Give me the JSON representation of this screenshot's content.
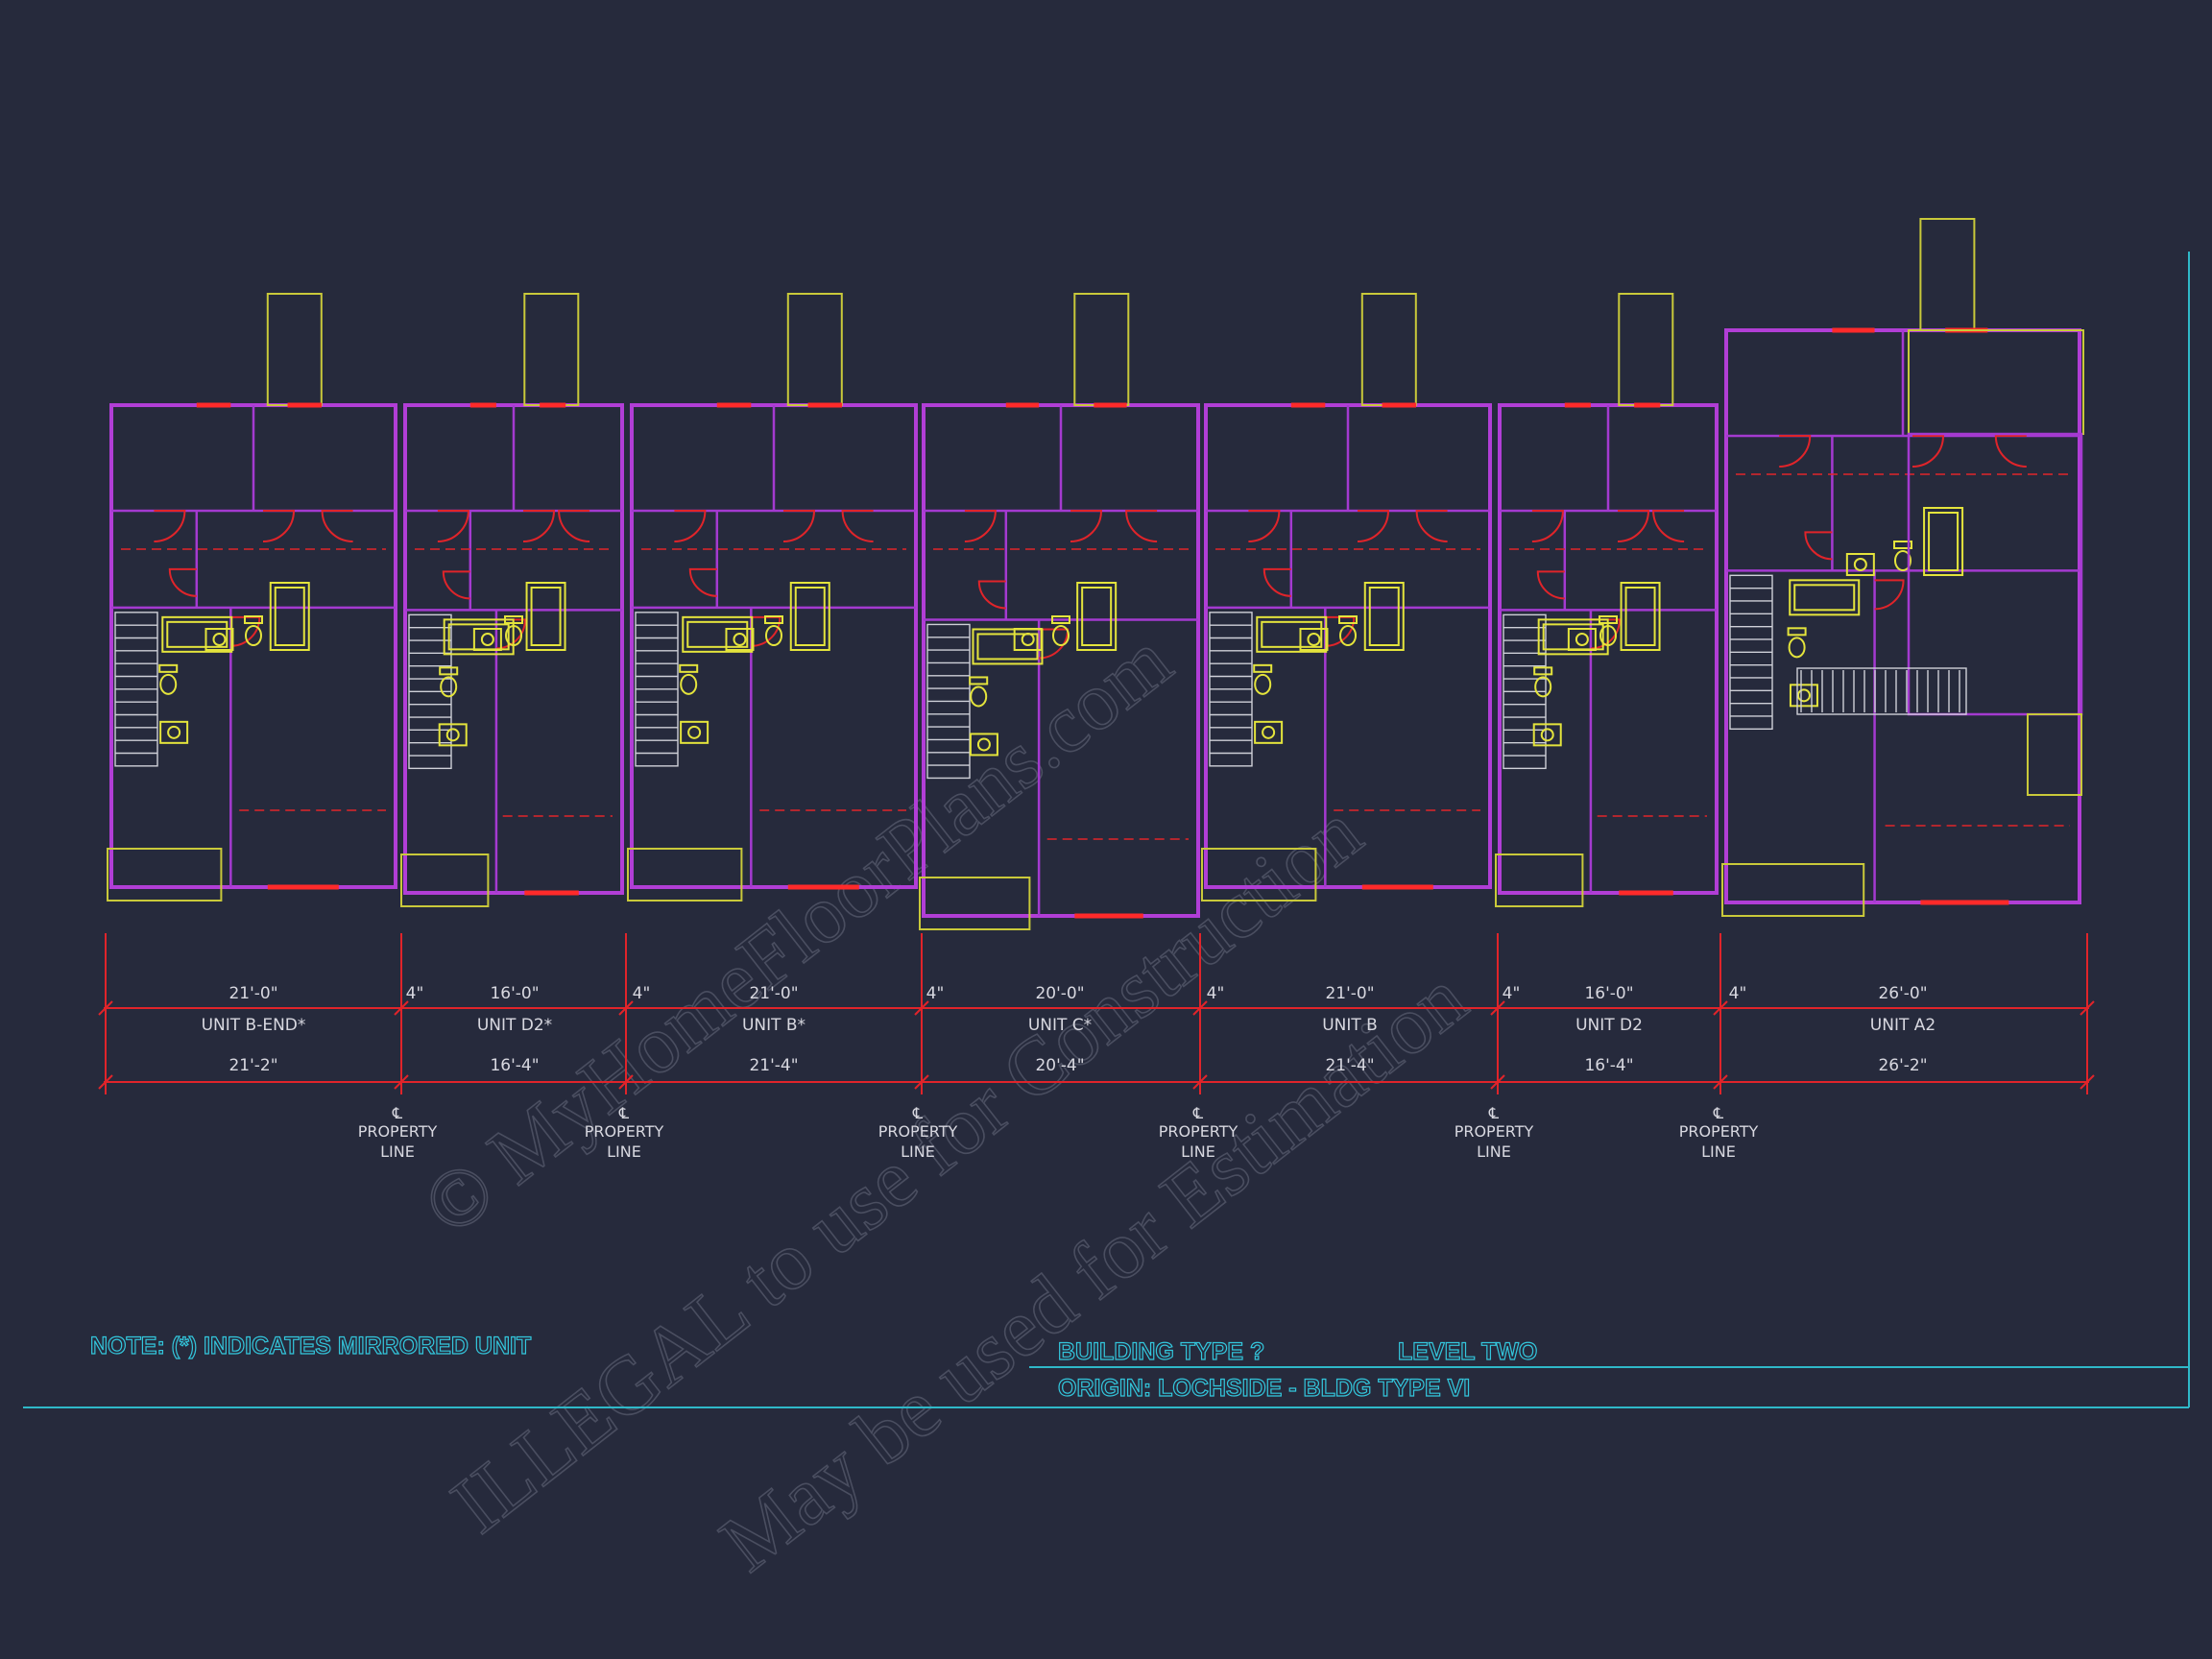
{
  "units": [
    {
      "name": "UNIT B-END*",
      "top_dim": "21'-0\"",
      "bottom_dim": "21'-2\""
    },
    {
      "name": "UNIT D2*",
      "top_dim": "16'-0\"",
      "bottom_dim": "16'-4\""
    },
    {
      "name": "UNIT B*",
      "top_dim": "21'-0\"",
      "bottom_dim": "21'-4\""
    },
    {
      "name": "UNIT C*",
      "top_dim": "20'-0\"",
      "bottom_dim": "20'-4\""
    },
    {
      "name": "UNIT B",
      "top_dim": "21'-0\"",
      "bottom_dim": "21'-4\""
    },
    {
      "name": "UNIT D2",
      "top_dim": "16'-0\"",
      "bottom_dim": "16'-4\""
    },
    {
      "name": "UNIT A2",
      "top_dim": "26'-0\"",
      "bottom_dim": "26'-2\""
    }
  ],
  "gap_dim": "4\"",
  "property_line": {
    "symbol": "℄",
    "line1": "PROPERTY",
    "line2": "LINE"
  },
  "note": "NOTE:  (*)  INDICATES MIRRORED UNIT",
  "title_block": {
    "building": "BUILDING TYPE ?",
    "level": "LEVEL TWO",
    "origin": "ORIGIN: LOCHSIDE - BLDG TYPE VI"
  },
  "watermarks": {
    "line1": "© MyHomeFloorPlans.com",
    "line2": "ILLEGAL to use for Construction",
    "line3": "May be used for Estimation"
  },
  "colors": {
    "background": "#262a3c",
    "walls": "#b13ed6",
    "exterior": "#c9c93a",
    "doors_windows": "#e0242a",
    "fixtures": "#e4e43c",
    "title_text": "#33c6dc"
  }
}
